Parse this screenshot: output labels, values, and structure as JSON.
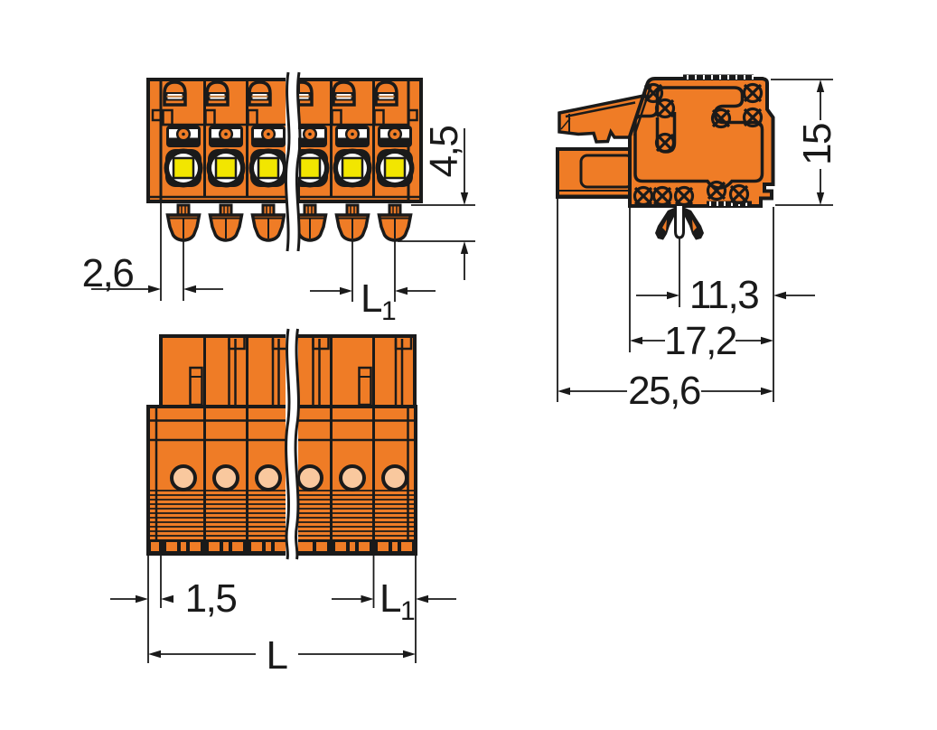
{
  "colors": {
    "background": "#ffffff",
    "line": "#1a1a1a",
    "body": "#EF7C26",
    "button": "#F2E600",
    "hole": "#F9C89E",
    "wire": "#C07A3A"
  },
  "labels": {
    "front_wall_offset": "2,6",
    "plunger_height": "4,5",
    "pole_pitch_top": {
      "base": "L",
      "sub": "1"
    },
    "side_height": "15",
    "foot_to_edge": "11,3",
    "body_depth": "17,2",
    "total_depth": "25,6",
    "edge_wall": "1,5",
    "pole_pitch_bottom": {
      "base": "L",
      "sub": "1"
    },
    "total_length": "L"
  }
}
